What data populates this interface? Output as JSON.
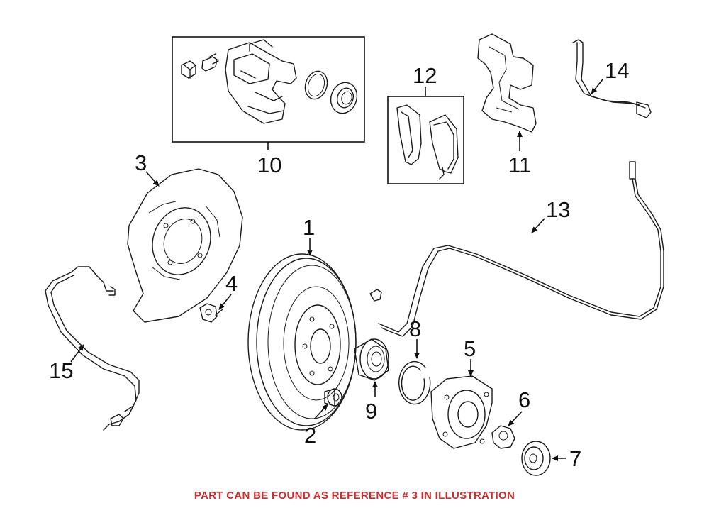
{
  "callouts": {
    "c1": "1",
    "c2": "2",
    "c3": "3",
    "c4": "4",
    "c5": "5",
    "c6": "6",
    "c7": "7",
    "c8": "8",
    "c9": "9",
    "c10": "10",
    "c11": "11",
    "c12": "12",
    "c13": "13",
    "c14": "14",
    "c15": "15"
  },
  "footer_note": "PART CAN BE FOUND AS REFERENCE # 3 IN ILLUSTRATION",
  "colors": {
    "footer": "#d42a2a",
    "line": "#1a1a1a"
  }
}
